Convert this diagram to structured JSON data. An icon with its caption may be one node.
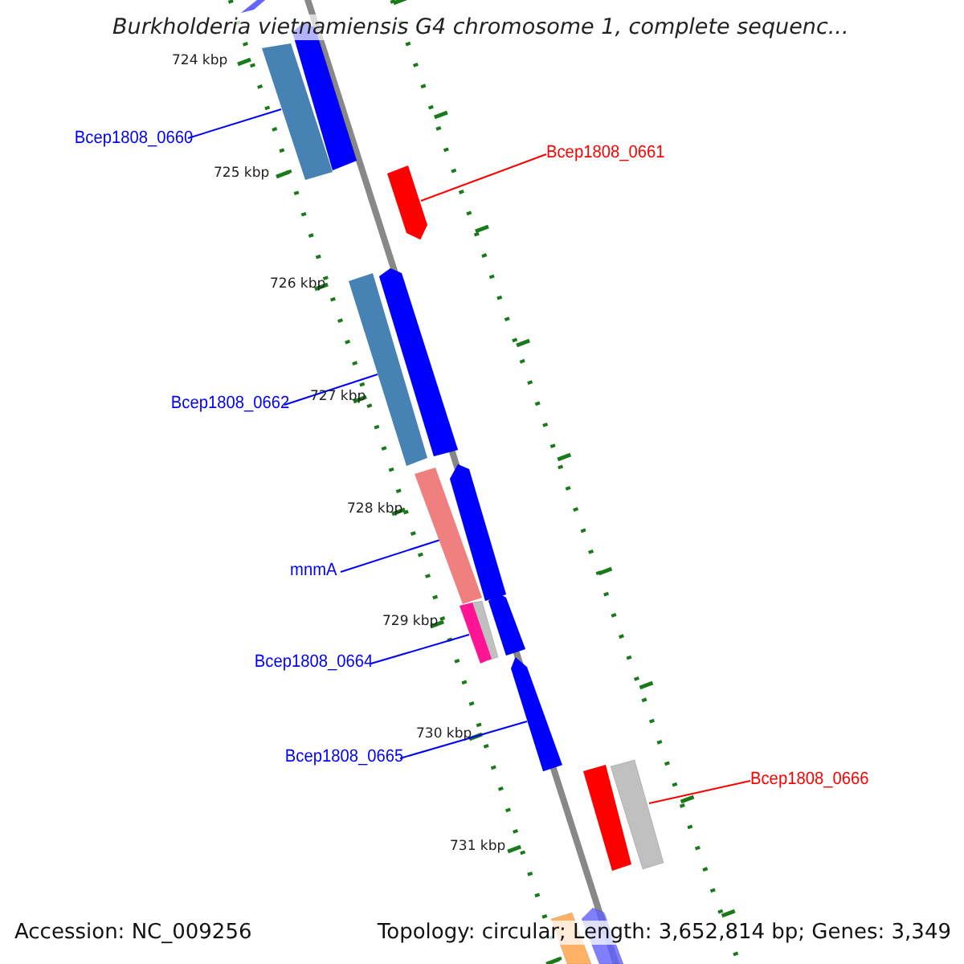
{
  "diagram": {
    "title": "Burkholderia vietnamiensis G4 chromosome 1, complete sequenc...",
    "nodes": [
      {
        "text": [
          "Bcep1808_0660"
        ]
      },
      {
        "text": [],
        "shape": "bar"
      },
      {
        "text": [
          "Bcep1808_0661"
        ]
      },
      {
        "text": [],
        "shape": "arrow"
      },
      {
        "text": [
          "Bcep1808_0662"
        ]
      },
      {
        "text": [],
        "shape": "bar"
      },
      {
        "text": [
          "mnmA"
        ]
      },
      {
        "text": [],
        "shape": "bar"
      },
      {
        "text": [
          "Bcep1808_0664"
        ]
      },
      {
        "text": [],
        "shape": "bar"
      },
      {
        "text": [
          "Bcep1808_0665"
        ]
      },
      {
        "text": [],
        "shape": "arrow"
      },
      {
        "text": [
          "Bcep1808_0666"
        ]
      },
      {
        "text": [],
        "shape": "bar"
      }
    ],
    "edges": [
      {
        "from": 0,
        "to": 1,
        "arrow": "none"
      },
      {
        "from": 2,
        "to": 3,
        "arrow": "none",
        "color": "#ff0000"
      },
      {
        "from": 4,
        "to": 5,
        "arrow": "none"
      },
      {
        "from": 6,
        "to": 7,
        "arrow": "none"
      },
      {
        "from": 8,
        "to": 9,
        "arrow": "none"
      },
      {
        "from": 10,
        "to": 11,
        "arrow": "none"
      },
      {
        "from": 12,
        "to": 13,
        "arrow": "none",
        "color": "#ff0000"
      }
    ],
    "labels": [
      "724 kbp",
      "725 kbp",
      "726 kbp",
      "727 kbp",
      "728 kbp",
      "729 kbp",
      "730 kbp",
      "731 kbp",
      "Accession: NC_009256",
      "Topology: circular; Length: 3,652,814 bp; Genes: 3,349"
    ]
  }
}
